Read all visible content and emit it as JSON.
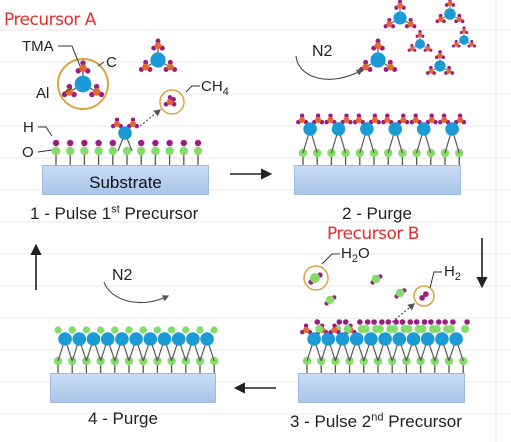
{
  "annotations": {
    "precursor_a": "Precursor A",
    "precursor_b": "Precursor B"
  },
  "labels": {
    "tma": "TMA",
    "c": "C",
    "al": "Al",
    "ch4_main": "CH",
    "ch4_sub": "4",
    "h": "H",
    "o": "O",
    "n2_top": "N2",
    "n2_bottom": "N2",
    "h2o_pre": "H",
    "h2o_sub": "2",
    "h2o_post": "O",
    "h2_main": "H",
    "h2_sub": "2",
    "substrate": "Substrate"
  },
  "stages": {
    "s1_prefix": "1 - Pulse 1",
    "s1_sup": "st",
    "s1_suffix": " Precursor",
    "s2": "2 - Purge",
    "s3_prefix": "3 - Pulse 2",
    "s3_sup": "nd",
    "s3_suffix": " Precursor",
    "s4": "4 - Purge"
  },
  "colors": {
    "al_atom": "#1b9ad6",
    "methyl_carbon": "#e26a2c",
    "hydrogen": "#9b1d7e",
    "oxygen": "#86dc6a",
    "bond": "#555555",
    "substrate": "#b9d0f0",
    "annotation_red": "#e32c2c",
    "highlight_circle": "#d9a441"
  }
}
